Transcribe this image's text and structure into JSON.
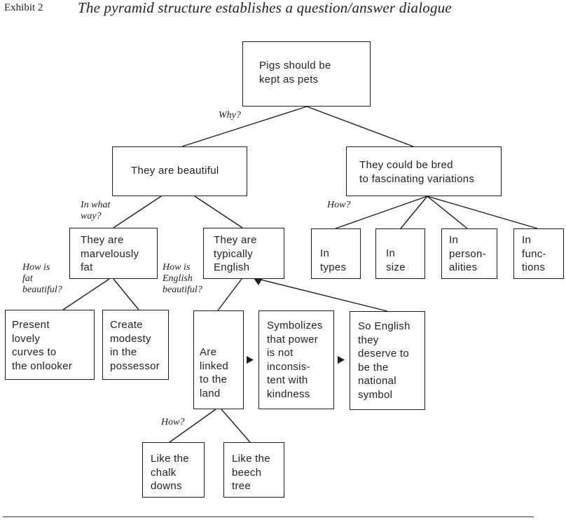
{
  "exhibit": {
    "label": "Exhibit 2",
    "title": "The pyramid structure establishes a question/answer dialogue"
  },
  "nodes": {
    "root": "Pigs should be\nkept as pets",
    "beautiful": "They are beautiful",
    "variations": "They could be bred\nto fascinating variations",
    "fat": "They are\nmarvelously\nfat",
    "english": "They are\ntypically\nEnglish",
    "types": "In\ntypes",
    "size": "In\nsize",
    "personalities": "In\nperson-\nalities",
    "functions": "In\nfunc-\ntions",
    "curves": "Present\nlovely\ncurves to\nthe onlooker",
    "modesty": "Create\nmodesty\nin the\npossessor",
    "land": "Are\nlinked\nto the\nland",
    "power": "Symbolizes\nthat power\nis not\ninconsis-\ntent with\nkindness",
    "symbol": "So English\nthey\ndeserve to\nbe the\nnational\nsymbol",
    "chalk": "Like the\nchalk\ndowns",
    "beech": "Like the\nbeech\ntree"
  },
  "questions": {
    "why": "Why?",
    "in_what_way": "In what\nway?",
    "how_variations": "How?",
    "fat_beautiful": "How is\nfat\nbeautiful?",
    "english_beautiful": "How is\nEnglish\nbeautiful?",
    "how_land": "How?"
  }
}
